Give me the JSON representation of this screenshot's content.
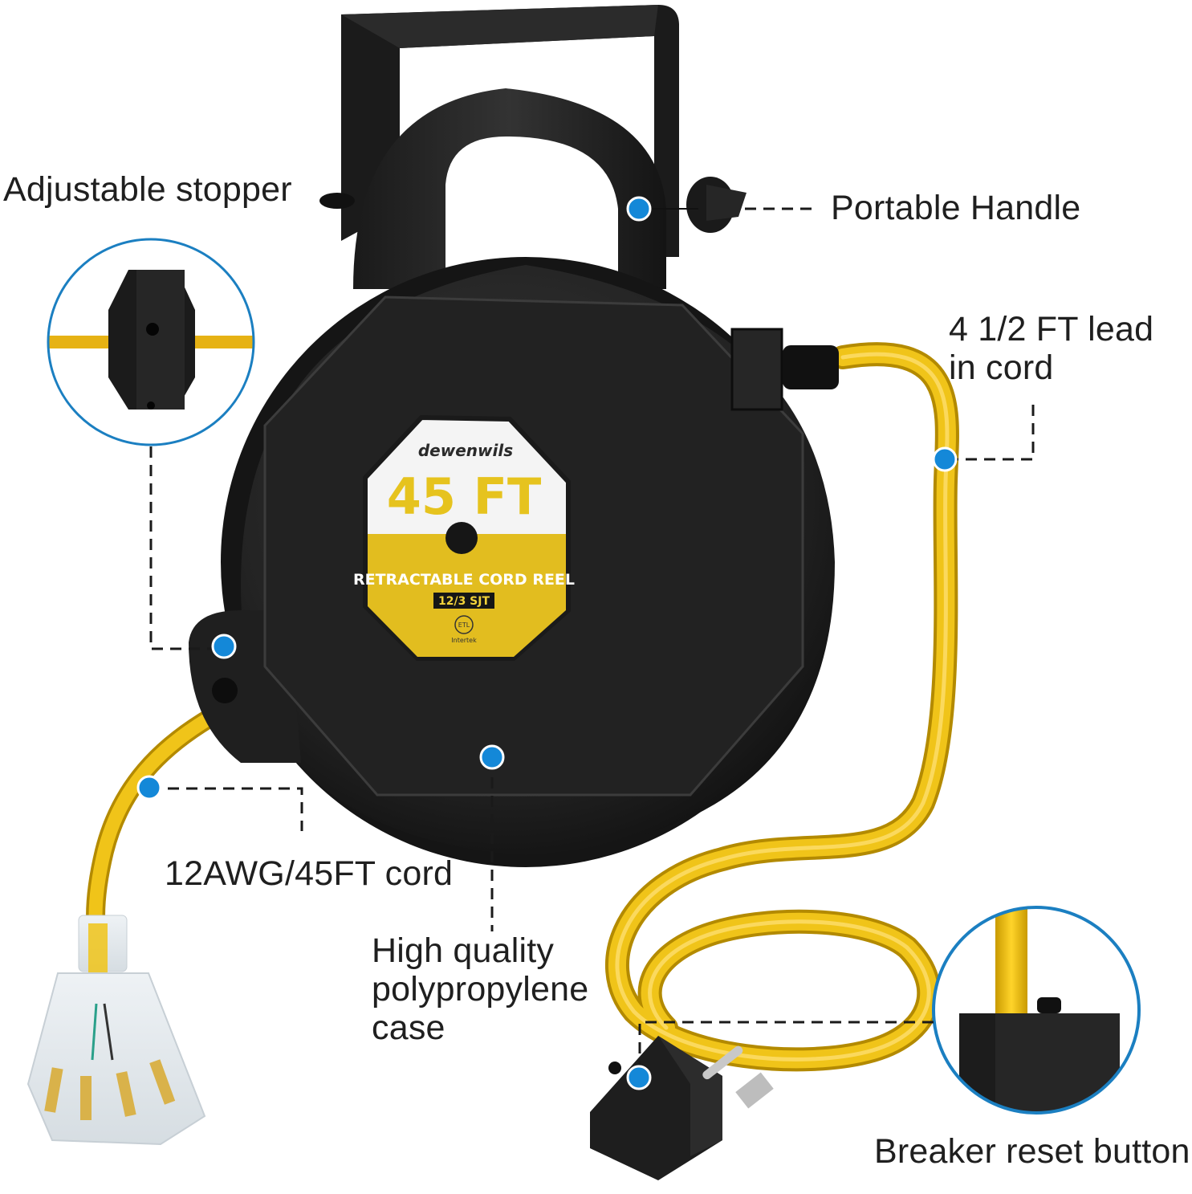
{
  "product": {
    "brand": "dewenwils",
    "length_label": "45 FT",
    "type_label": "RETRACTABLE CORD REEL",
    "spec_label": "12/3  SJT",
    "cert_mark": "ETL",
    "cert_sub": "Intertek"
  },
  "callouts": [
    {
      "id": "adjustable-stopper",
      "text": "Adjustable stopper"
    },
    {
      "id": "portable-handle",
      "text": "Portable Handle"
    },
    {
      "id": "lead-in-cord",
      "lines": [
        "4 1/2 FT lead",
        "in cord"
      ]
    },
    {
      "id": "cord",
      "text": "12AWG/45FT cord"
    },
    {
      "id": "case",
      "lines": [
        "High quality",
        "polypropylene",
        "case"
      ]
    },
    {
      "id": "breaker",
      "text": "Breaker reset button"
    }
  ],
  "colors": {
    "marker_blue": "#1488d8",
    "ring_blue": "#1b7fc1",
    "cord_yellow": "#f0c419",
    "case_black": "#1d1d1d",
    "text": "#1f1f1f"
  }
}
